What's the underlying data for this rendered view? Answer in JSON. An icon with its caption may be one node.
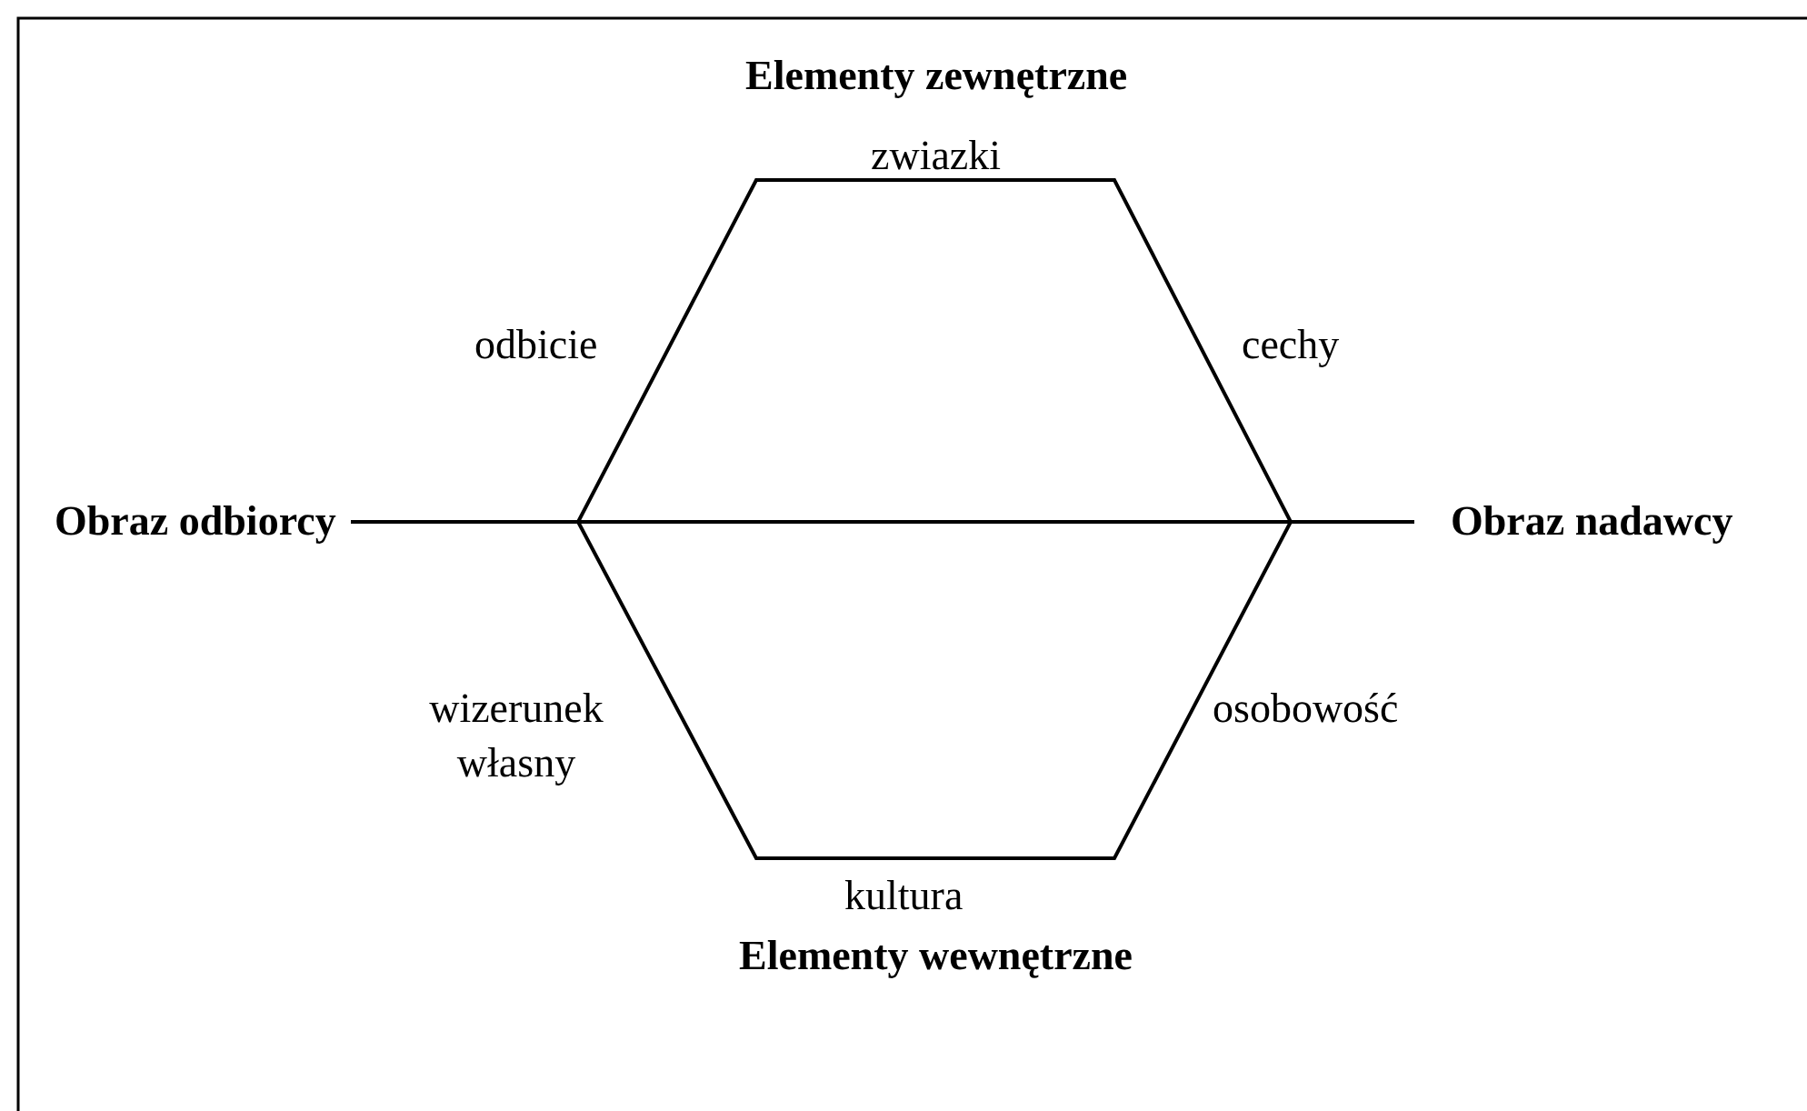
{
  "diagram": {
    "nodes": [
      {
        "text": [
          "Obraz odbiorcy"
        ]
      },
      {
        "text": [
          "Obraz nadawcy"
        ]
      }
    ],
    "edges": [
      {
        "from": 0,
        "to": 1,
        "arrow": "none"
      }
    ],
    "labels": [
      "Elementy zewnętrzne",
      "zwiazki",
      "odbicie",
      "cechy",
      "wizerunek własny",
      "osobowość",
      "kultura",
      "Elementy wewnętrzne"
    ]
  }
}
